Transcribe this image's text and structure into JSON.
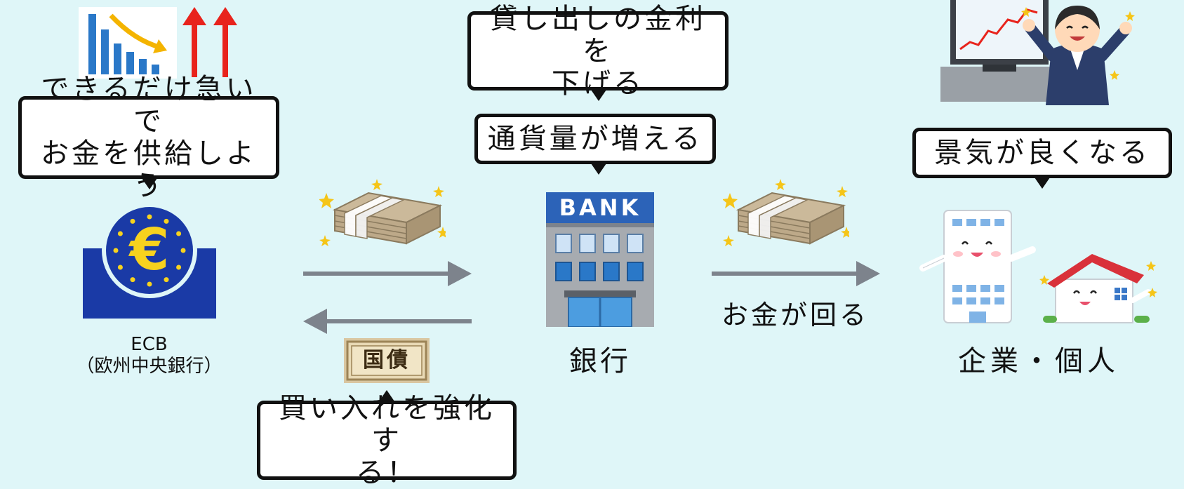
{
  "bubbles": {
    "ecb_speech": "できるだけ急いで\nお金を供給しよう",
    "lower_rates": "貸し出しの金利を\n下げる",
    "money_supply": "通貨量が増える",
    "economy": "景気が良くなる",
    "bond_purchase": "買い入れを強化す\nる！"
  },
  "labels": {
    "ecb": "ECB\n（欧州中央銀行）",
    "bank": "銀行",
    "flow": "お金が回る",
    "companies": "企業・個人"
  },
  "icons": {
    "bank_sign": "BANK",
    "bond_text": "国債",
    "euro_symbol": "€"
  },
  "colors": {
    "background": "#dff6f8",
    "arrow": "#7d838c",
    "ecb_blue": "#1a3aa6",
    "ecb_yellow": "#f7d21e",
    "red_arrow": "#e8231c",
    "bar_blue": "#2a78c8"
  }
}
